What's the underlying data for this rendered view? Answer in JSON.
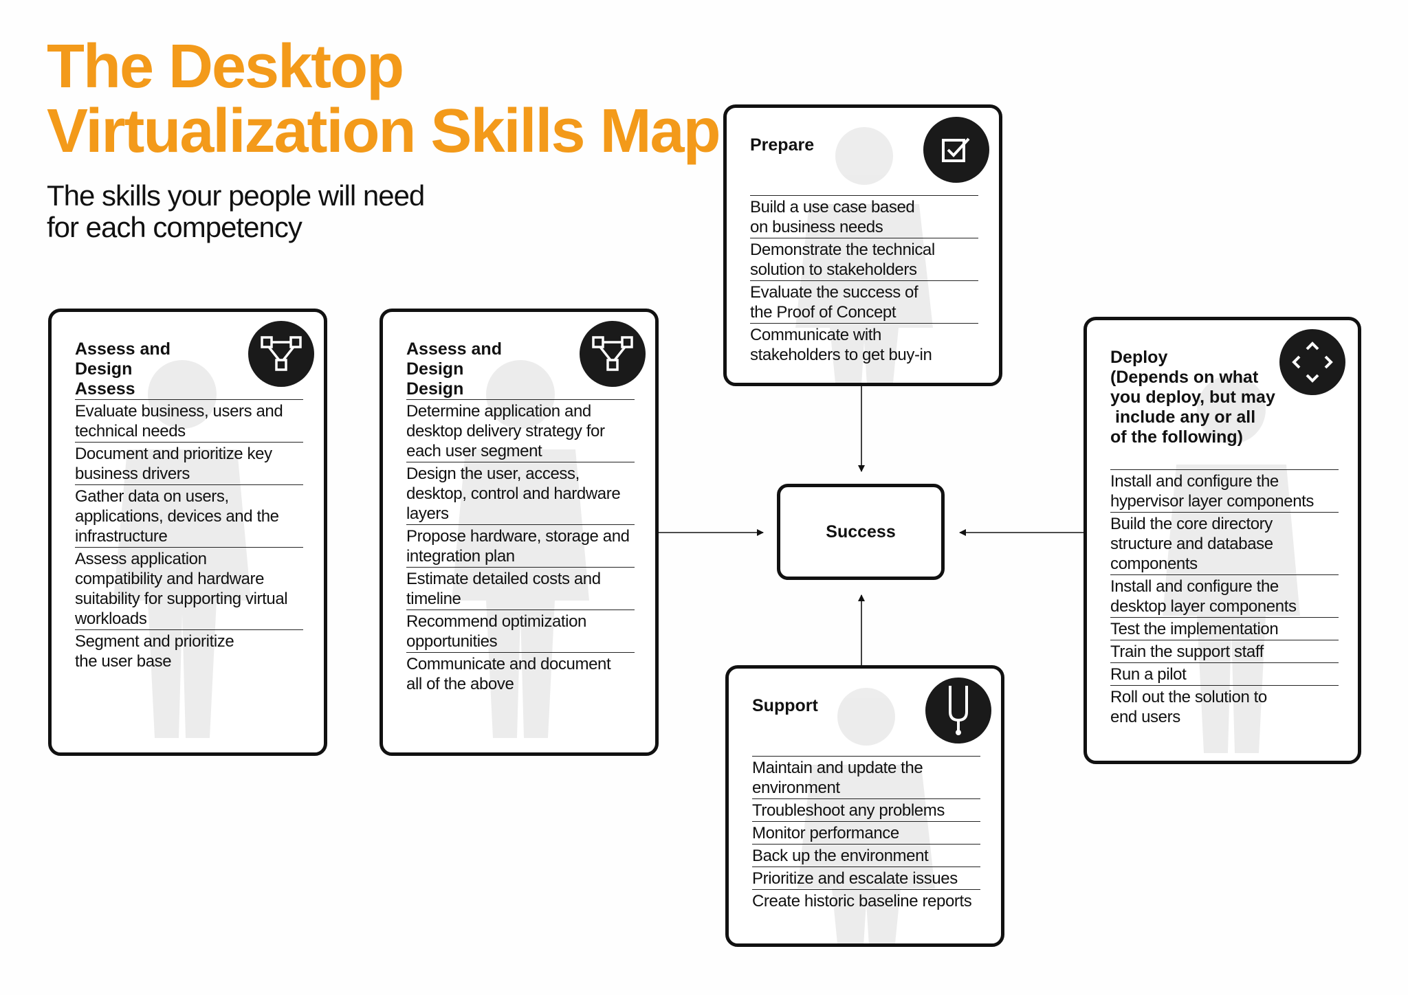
{
  "title_lines": [
    "The Desktop",
    "Virtualization Skills Map"
  ],
  "subtitle_lines": [
    "The skills your people will need",
    "for each competency"
  ],
  "colors": {
    "accent": "#f39a1a",
    "ink": "#111111",
    "badge": "#1a1a1a"
  },
  "cards": {
    "assess": {
      "heading_lines": [
        "Assess and Design",
        "Assess"
      ],
      "icon": "flowchart-icon",
      "items": [
        [
          "Evaluate business, users and",
          "technical needs"
        ],
        [
          "Document and prioritize key",
          "business drivers"
        ],
        [
          "Gather data on users,",
          "applications, devices and the",
          "infrastructure"
        ],
        [
          "Assess application",
          "compatibility and hardware",
          "suitability for supporting virtual",
          "workloads"
        ],
        [
          "Segment and prioritize",
          "the user base"
        ]
      ]
    },
    "design": {
      "heading_lines": [
        "Assess and Design",
        "Design"
      ],
      "icon": "flowchart-icon",
      "items": [
        [
          "Determine application and",
          "desktop delivery strategy for",
          "each user segment"
        ],
        [
          "Design the user, access,",
          "desktop, control and hardware",
          "layers"
        ],
        [
          "Propose hardware, storage and",
          "integration plan"
        ],
        [
          "Estimate detailed costs and",
          "timeline"
        ],
        [
          "Recommend optimization",
          "opportunities"
        ],
        [
          "Communicate and document",
          "all of the above"
        ]
      ]
    },
    "prepare": {
      "heading_lines": [
        "Prepare"
      ],
      "icon": "checkbox-icon",
      "items": [
        [
          "Build a use case based",
          "on business needs"
        ],
        [
          "Demonstrate the technical",
          "solution to stakeholders"
        ],
        [
          "Evaluate the success of",
          "the Proof of Concept"
        ],
        [
          "Communicate with",
          "stakeholders to get buy-in"
        ]
      ]
    },
    "deploy": {
      "heading_lines": [
        "Deploy",
        "(Depends on what",
        "you deploy, but may",
        " include any or all",
        "of the following)"
      ],
      "icon": "expand-arrows-icon",
      "items": [
        [
          "Install and configure the",
          "hypervisor layer components"
        ],
        [
          "Build the core directory",
          "structure and database",
          "components"
        ],
        [
          "Install and configure the",
          "desktop layer components"
        ],
        [
          "Test the implementation"
        ],
        [
          "Train the support staff"
        ],
        [
          "Run a pilot"
        ],
        [
          "Roll out the solution to",
          "end users"
        ]
      ]
    },
    "support": {
      "heading_lines": [
        "Support"
      ],
      "icon": "tuning-fork-icon",
      "items": [
        [
          "Maintain and update the",
          "environment"
        ],
        [
          "Troubleshoot any problems"
        ],
        [
          "Monitor performance"
        ],
        [
          "Back up the environment"
        ],
        [
          "Prioritize and escalate issues"
        ],
        [
          "Create historic baseline reports"
        ]
      ]
    }
  },
  "center": {
    "label": "Success"
  }
}
